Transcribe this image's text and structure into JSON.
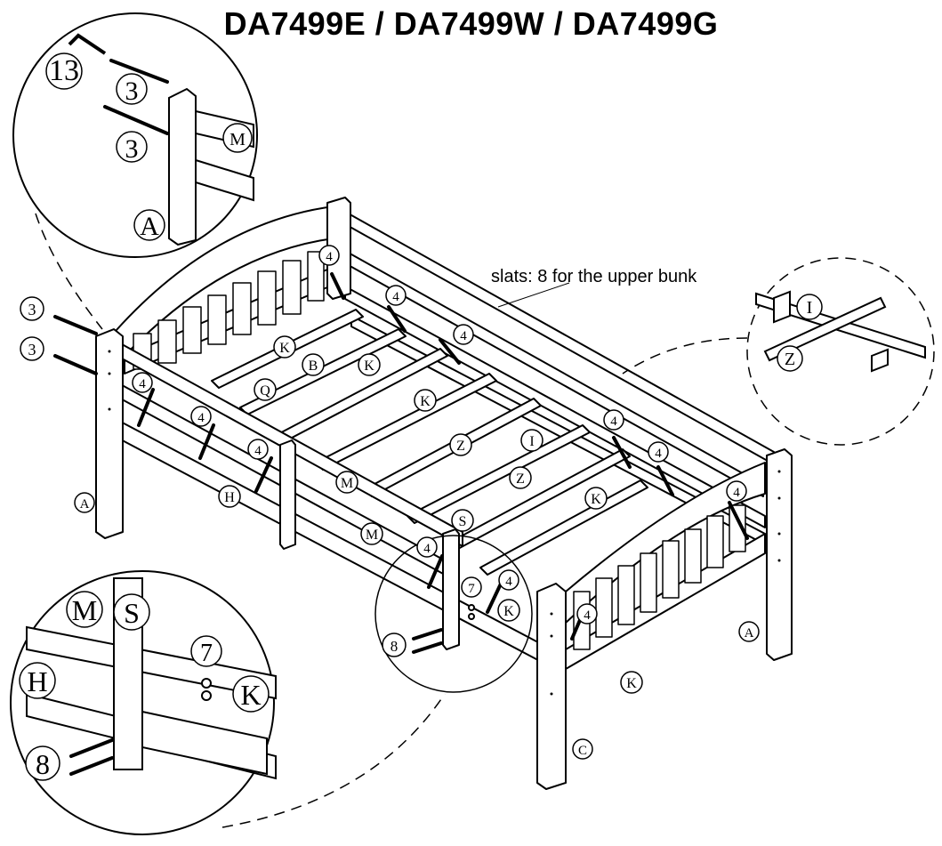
{
  "title": "DA7499E / DA7499W / DA7499G",
  "note": "slats: 8 for the upper bunk",
  "callouts": {
    "c13": "13",
    "c3a": "3",
    "c3b": "3",
    "cM1": "M",
    "cA1": "A",
    "c3l1": "3",
    "c3l2": "3",
    "cAleft": "A",
    "cI": "I",
    "cZ": "Z",
    "p4a": "4",
    "p4b": "4",
    "p4c": "4",
    "p4d": "4",
    "p4e": "4",
    "p4f": "4",
    "p4g": "4",
    "p4h": "4",
    "p4i": "4",
    "p4j": "4",
    "p4k": "4",
    "p4l": "4",
    "pK1": "K",
    "pB": "B",
    "pK2": "K",
    "pQ": "Q",
    "pK3": "K",
    "pZ1": "Z",
    "pI": "I",
    "pZ2": "Z",
    "pK4": "K",
    "pM1": "M",
    "pH": "H",
    "pS": "S",
    "pM2": "M",
    "p7": "7",
    "pK5": "K",
    "p8": "8",
    "pK6": "K",
    "pAright": "A",
    "pC": "C",
    "dM": "M",
    "dS": "S",
    "dH": "H",
    "d7": "7",
    "dK": "K",
    "d8": "8"
  }
}
